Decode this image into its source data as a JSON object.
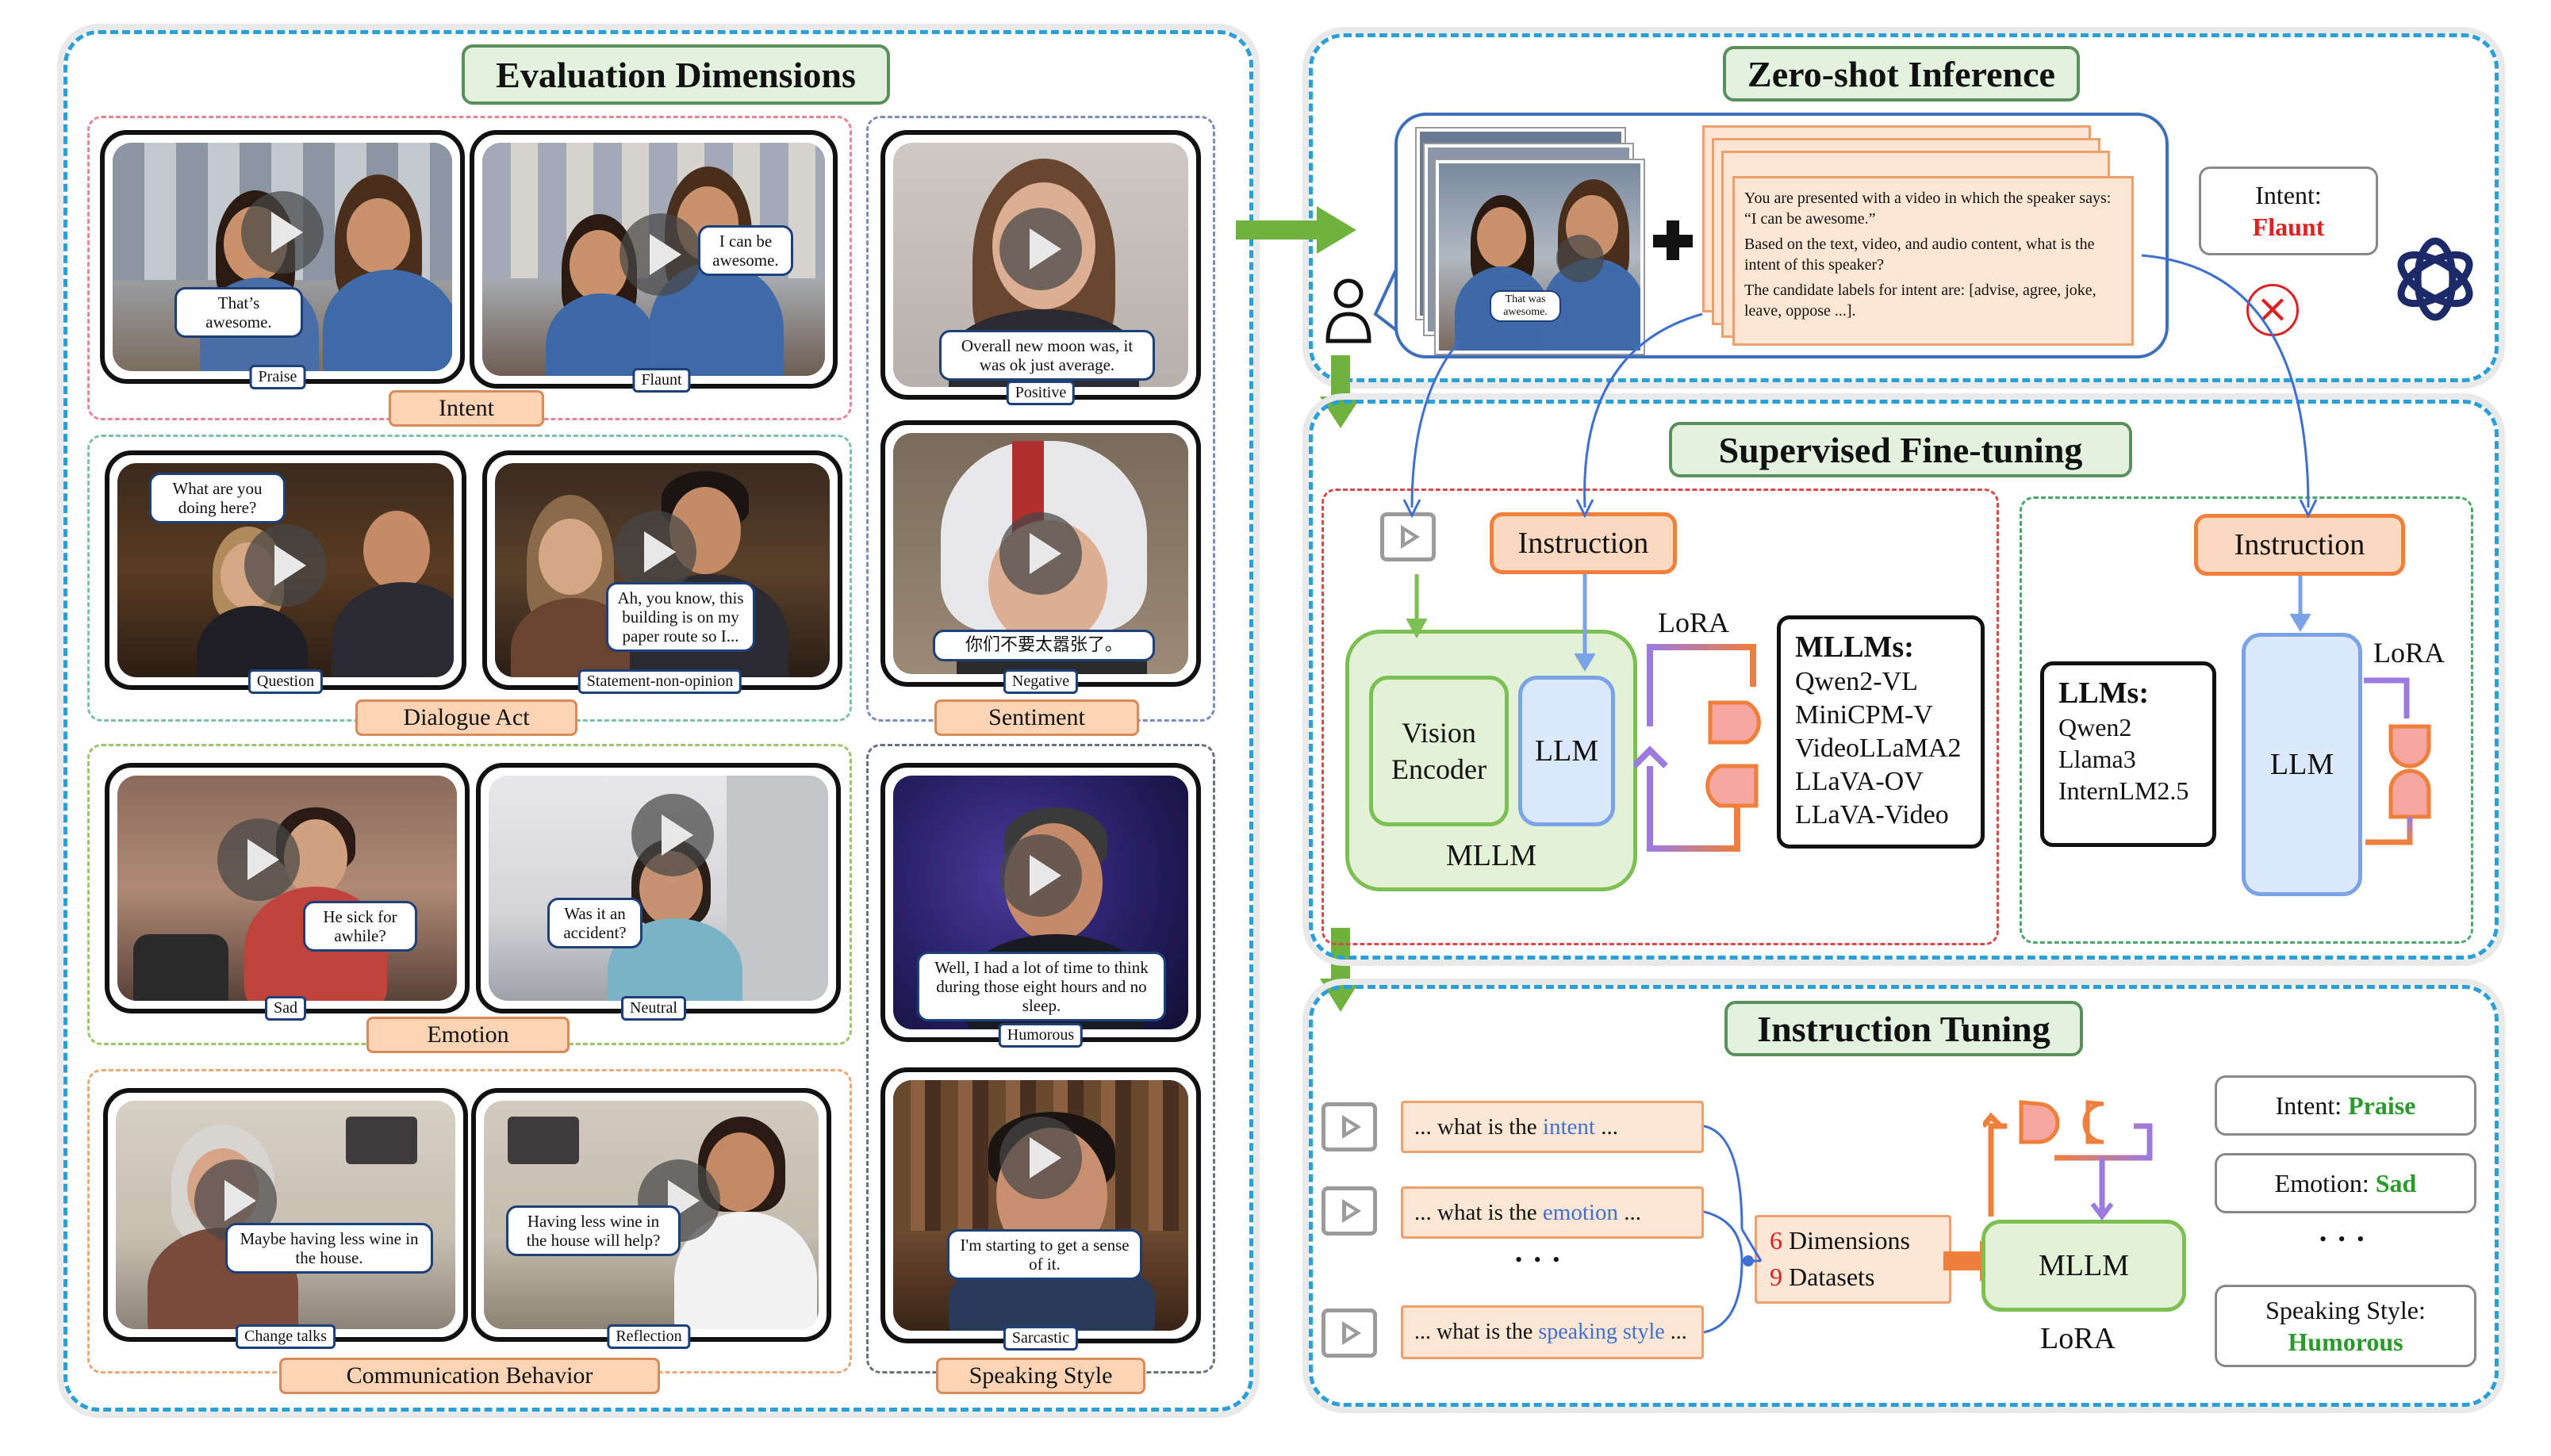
{
  "left": {
    "title": "Evaluation Dimensions",
    "groups": [
      {
        "label": "Intent",
        "clips": [
          {
            "tag": "Praise",
            "bubble": "That’s awesome."
          },
          {
            "tag": "Flaunt",
            "bubble": "I can be awesome."
          }
        ]
      },
      {
        "label": "Dialogue Act",
        "clips": [
          {
            "tag": "Question",
            "bubble": "What are you doing here?"
          },
          {
            "tag": "Statement-non-opinion",
            "bubble": "Ah, you know, this building is on my paper route so I..."
          }
        ]
      },
      {
        "label": "Emotion",
        "clips": [
          {
            "tag": "Sad",
            "bubble": "He sick for awhile?"
          },
          {
            "tag": "Neutral",
            "bubble": "Was it an accident?"
          }
        ]
      },
      {
        "label": "Communication Behavior",
        "clips": [
          {
            "tag": "Change talks",
            "bubble": "Maybe having less wine in the house."
          },
          {
            "tag": "Reflection",
            "bubble": "Having less wine in the house will help?"
          }
        ]
      },
      {
        "label": "Sentiment",
        "clips": [
          {
            "tag": "Positive",
            "bubble": "Overall new moon was, it was ok just average."
          },
          {
            "tag": "Negative",
            "bubble": "你们不要太嚣张了。"
          }
        ]
      },
      {
        "label": "Speaking Style",
        "clips": [
          {
            "tag": "Humorous",
            "bubble": "Well, I had a lot of time to think during those eight hours and no sleep."
          },
          {
            "tag": "Sarcastic",
            "bubble": "I'm starting to get a sense of it."
          }
        ]
      }
    ]
  },
  "zero_shot": {
    "title": "Zero-shot Inference",
    "thumb_caption": "That was awesome.",
    "prompt_line1": "You are presented with a video in which the speaker says: “I can be awesome.”",
    "prompt_line2": "Based on the text, video, and audio content, what is the intent of this speaker?",
    "prompt_line3": "The candidate labels for intent are: [advise, agree, joke, leave, oppose ...].",
    "output_label": "Intent:",
    "output_value": "Flaunt",
    "wrong_mark": "×"
  },
  "sft": {
    "title": "Supervised Fine-tuning",
    "instruction": "Instruction",
    "vision_encoder": "Vision Encoder",
    "llm": "LLM",
    "mllm": "MLLM",
    "lora": "LoRA",
    "mllms_title": "MLLMs:",
    "mllms": [
      "Qwen2-VL",
      "MiniCPM-V",
      "VideoLLaMA2",
      "LLaVA-OV",
      "LLaVA-Video"
    ],
    "llms_title": "LLMs:",
    "llms": [
      "Qwen2",
      "Llama3",
      "InternLM2.5"
    ],
    "instruction_right": "Instruction",
    "llm_right": "LLM",
    "lora_right": "LoRA"
  },
  "it": {
    "title": "Instruction Tuning",
    "q1_pre": "... what is the ",
    "q1_key": "intent",
    "q1_post": " ...",
    "q2_pre": "... what is the ",
    "q2_key": "emotion",
    "q2_post": " ...",
    "q3_pre": "... what is the ",
    "q3_key": "speaking style",
    "q3_post": " ...",
    "ellipsis": "• • •",
    "dims_num": "6",
    "dims_text": " Dimensions",
    "data_num": "9",
    "data_text": " Datasets",
    "mllm": "MLLM",
    "lora": "LoRA",
    "out1_label": "Intent: ",
    "out1_value": "Praise",
    "out2_label": "Emotion: ",
    "out2_value": "Sad",
    "out_ellipsis": "• • •",
    "out3_label": "Speaking Style:",
    "out3_value": "Humorous"
  },
  "colors": {
    "panel_border": "#2a9fd8",
    "title_fill": "#e3f1df",
    "instruction_fill": "#fbd9c1",
    "instruction_border": "#ef7f3a",
    "llm_fill": "#dce8fb",
    "llm_border": "#7ba3e8",
    "mllm_fill": "#e3f1d6",
    "mllm_border": "#7cbf52",
    "arrow_green": "#6fb23e",
    "arrow_blue": "#3f6fd1",
    "flaunt_red": "#e02020",
    "praise_green": "#2a9a2a"
  }
}
